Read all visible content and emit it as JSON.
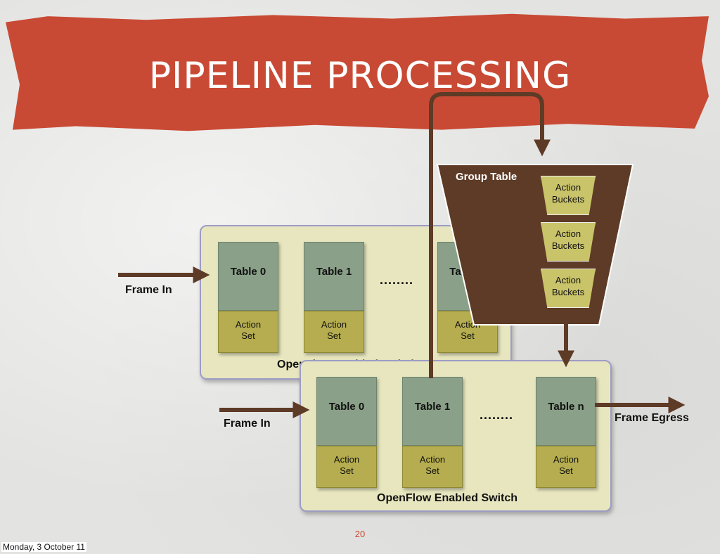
{
  "slide": {
    "title": "PIPELINE PROCESSING",
    "page_number": "20",
    "date": "Monday, 3 October 11"
  },
  "back_switch": {
    "label": "OpenFlow Enabled Switch",
    "frame_in": "Frame In",
    "dots": "........",
    "tables": [
      {
        "name": "Table 0",
        "action": [
          "Action",
          "Set"
        ]
      },
      {
        "name": "Table 1",
        "action": [
          "Action",
          "Set"
        ]
      },
      {
        "name": "Table n",
        "action": [
          "Action",
          "Set"
        ]
      }
    ]
  },
  "front_switch": {
    "label": "OpenFlow Enabled Switch",
    "frame_in": "Frame In",
    "frame_egress": "Frame Egress",
    "dots": "........",
    "tables": [
      {
        "name": "Table 0",
        "action": [
          "Action",
          "Set"
        ]
      },
      {
        "name": "Table 1",
        "action": [
          "Action",
          "Set"
        ]
      },
      {
        "name": "Table n",
        "action": [
          "Action",
          "Set"
        ]
      }
    ]
  },
  "group_table": {
    "label": "Group Table",
    "buckets": [
      [
        "Action",
        "Buckets"
      ],
      [
        "Action",
        "Buckets"
      ],
      [
        "Action",
        "Buckets"
      ]
    ]
  },
  "colors": {
    "banner": "#c94a34",
    "switch_fill": "#e7e6bf",
    "table_top": "#8aa088",
    "table_action": "#b5ad4f",
    "group_table": "#5e3b26",
    "arrow": "#5e3b26"
  }
}
